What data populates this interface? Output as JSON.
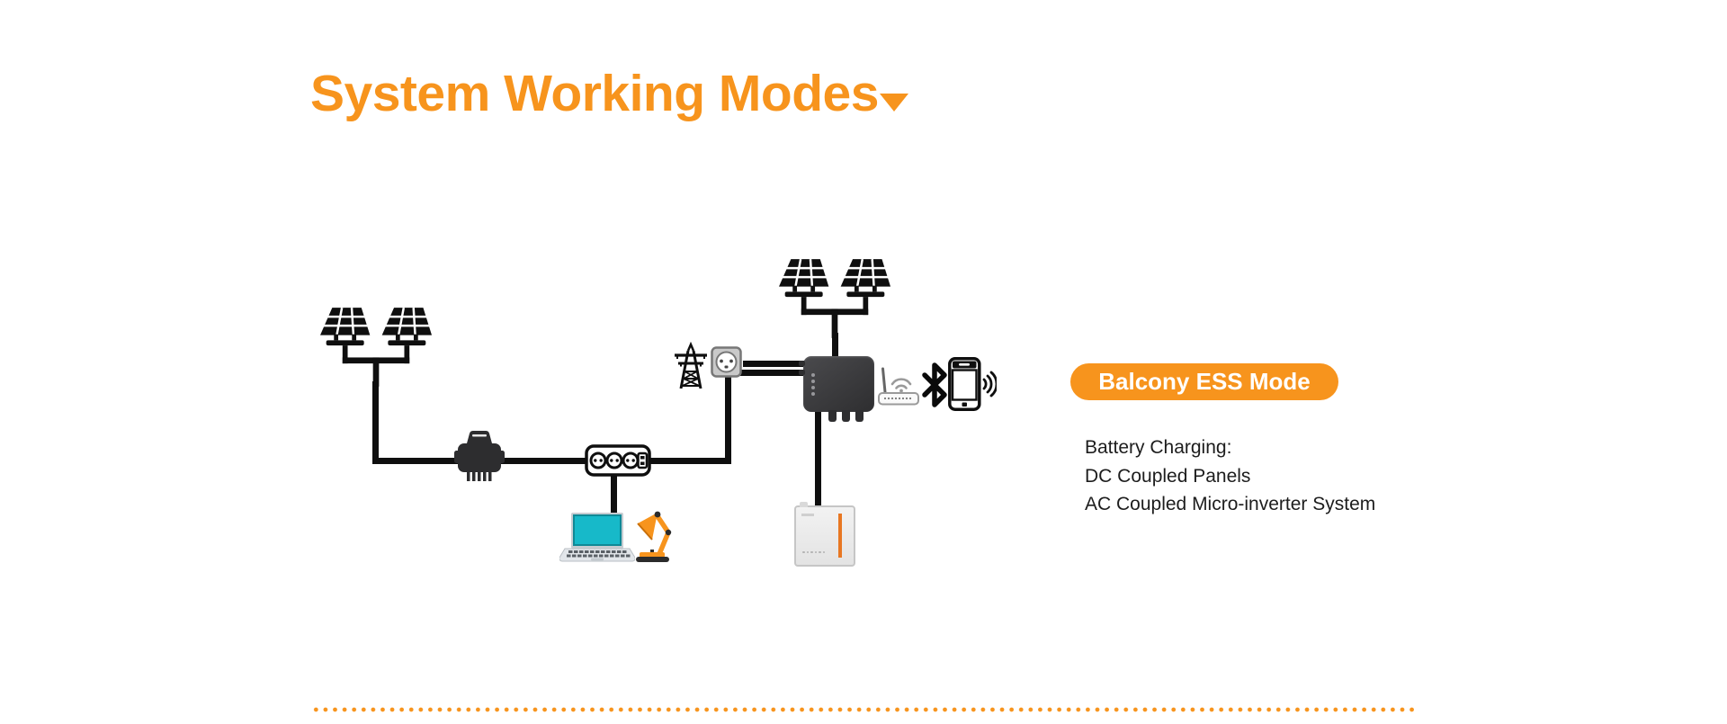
{
  "colors": {
    "accent_orange": "#F7941D",
    "wire_black": "#0F0F0F",
    "text_dark": "#1D1D1D",
    "battery_stripe_orange": "#E87722",
    "laptop_screen_teal": "#17B9C9"
  },
  "header": {
    "title": "System Working Modes",
    "dropdown_icon": "triangle-down"
  },
  "diagram": {
    "icons": [
      {
        "name": "solar-array-left",
        "glyph": "dual-solar-panels"
      },
      {
        "name": "solar-array-top",
        "glyph": "dual-solar-panels"
      },
      {
        "name": "micro-inverter",
        "glyph": "micro-inverter-box"
      },
      {
        "name": "power-strip",
        "glyph": "three-socket-power-strip"
      },
      {
        "name": "laptop",
        "glyph": "laptop-computer"
      },
      {
        "name": "desk-lamp",
        "glyph": "desk-lamp"
      },
      {
        "name": "grid-tower",
        "glyph": "transmission-tower"
      },
      {
        "name": "wall-outlet",
        "glyph": "ac-outlet"
      },
      {
        "name": "hybrid-inverter",
        "glyph": "inverter-unit-with-leds"
      },
      {
        "name": "battery",
        "glyph": "battery-pack-orange-stripe"
      },
      {
        "name": "wifi-router",
        "glyph": "wifi-router"
      },
      {
        "name": "bluetooth",
        "glyph": "bluetooth-symbol"
      },
      {
        "name": "smartphone",
        "glyph": "phone-with-signal-waves"
      }
    ]
  },
  "info_panel": {
    "badge_label": "Balcony ESS Mode",
    "lines": [
      "Battery Charging:",
      "DC Coupled Panels",
      "AC Coupled Micro-inverter System"
    ]
  }
}
